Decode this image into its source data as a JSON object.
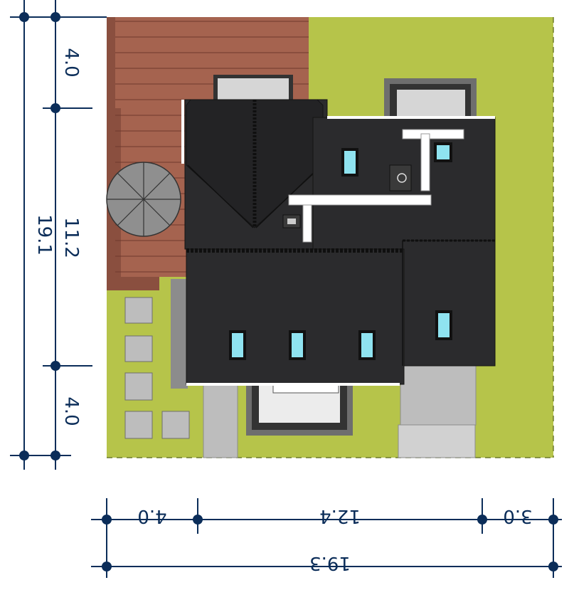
{
  "colors": {
    "lawn": "#b6c44a",
    "deck": "#a5634f",
    "deck_line": "#6e3a2e",
    "roof": "#2b2b2d",
    "roof_edge": "#141414",
    "paving": "#bdbdbd",
    "paving_dark": "#8c8c8c",
    "window": "#8fe3f0",
    "dimension": "#0b2d59",
    "umbrella": "#8f8f8f"
  },
  "dimensions": {
    "left_total": "19.1",
    "left_top": "4.0",
    "left_middle": "11.2",
    "left_bottom": "4.0",
    "bottom_left": "4.0",
    "bottom_middle": "12.4",
    "bottom_right": "3.0",
    "bottom_total": "19.3"
  },
  "icons": {
    "umbrella": "patio-umbrella-icon",
    "chimney": "chimney-icon",
    "vent": "roof-vent-icon"
  }
}
